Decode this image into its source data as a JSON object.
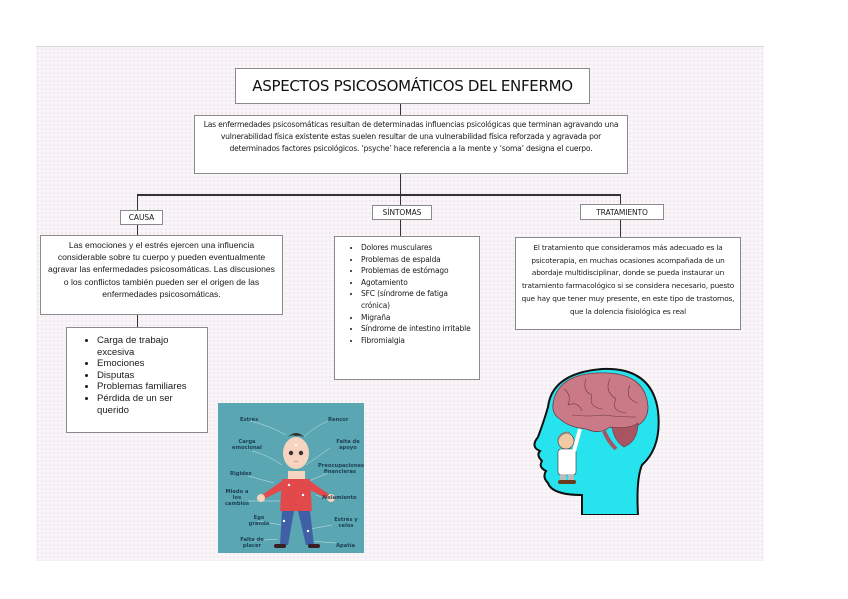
{
  "title": "ASPECTOS PSICOSOMÁTICOS DEL ENFERMO",
  "description": "Las enfermedades psicosomáticas resultan de determinadas influencias psicológicas que terminan agravando una vulnerabilidad física existente estas suelen resultar de una vulnerabilidad física reforzada y agravada por determinados factores psicológicos. ‘psyche’ hace referencia a la mente y ‘soma’ designa el cuerpo.",
  "branches": {
    "causa": {
      "label": "CAUSA",
      "text": "Las emociones y el estrés ejercen una influencia considerable sobre tu cuerpo y pueden eventualmente agravar las enfermedades psicosomáticas. Las discusiones o los conflictos también pueden ser el origen de las enfermedades psicosomáticas.",
      "items": [
        "Carga de trabajo excesiva",
        "Emociones",
        "Disputas",
        "Problemas familiares",
        "Pérdida de un ser querido"
      ]
    },
    "sintomas": {
      "label": "SÍNTOMAS",
      "items": [
        "Dolores musculares",
        "Problemas de espalda",
        "Problemas de estómago",
        "Agotamiento",
        "SFC (síndrome de fatiga crónica)",
        "Migraña",
        "Síndrome de intestino irritable",
        "Fibromialgia"
      ]
    },
    "tratamiento": {
      "label": "TRATAMIENTO",
      "text": "El tratamiento que consideramos más adecuado es la psicoterapia, en muchas ocasiones acompañada de un abordaje multidisciplinar, donde se pueda instaurar un tratamiento farmacológico si se considera necesario, puesto que hay que tener muy presente, en este tipo de trastornos, que la dolencia fisiológica es real"
    }
  },
  "illustration_factors": {
    "left": [
      "Estrés",
      "Carga emocional",
      "Rigidez",
      "Miedo a los cambios",
      "Ego grande",
      "Falta de placer"
    ],
    "right": [
      "Rencor",
      "Falta de apoyo",
      "Preocupaciones financieras",
      "Aislamiento",
      "Estrés y celos",
      "Apatía"
    ]
  },
  "colors": {
    "illustration_bg": "#5aa7b3",
    "head_fill": "#26e3ee",
    "brain": "#c97a86"
  }
}
